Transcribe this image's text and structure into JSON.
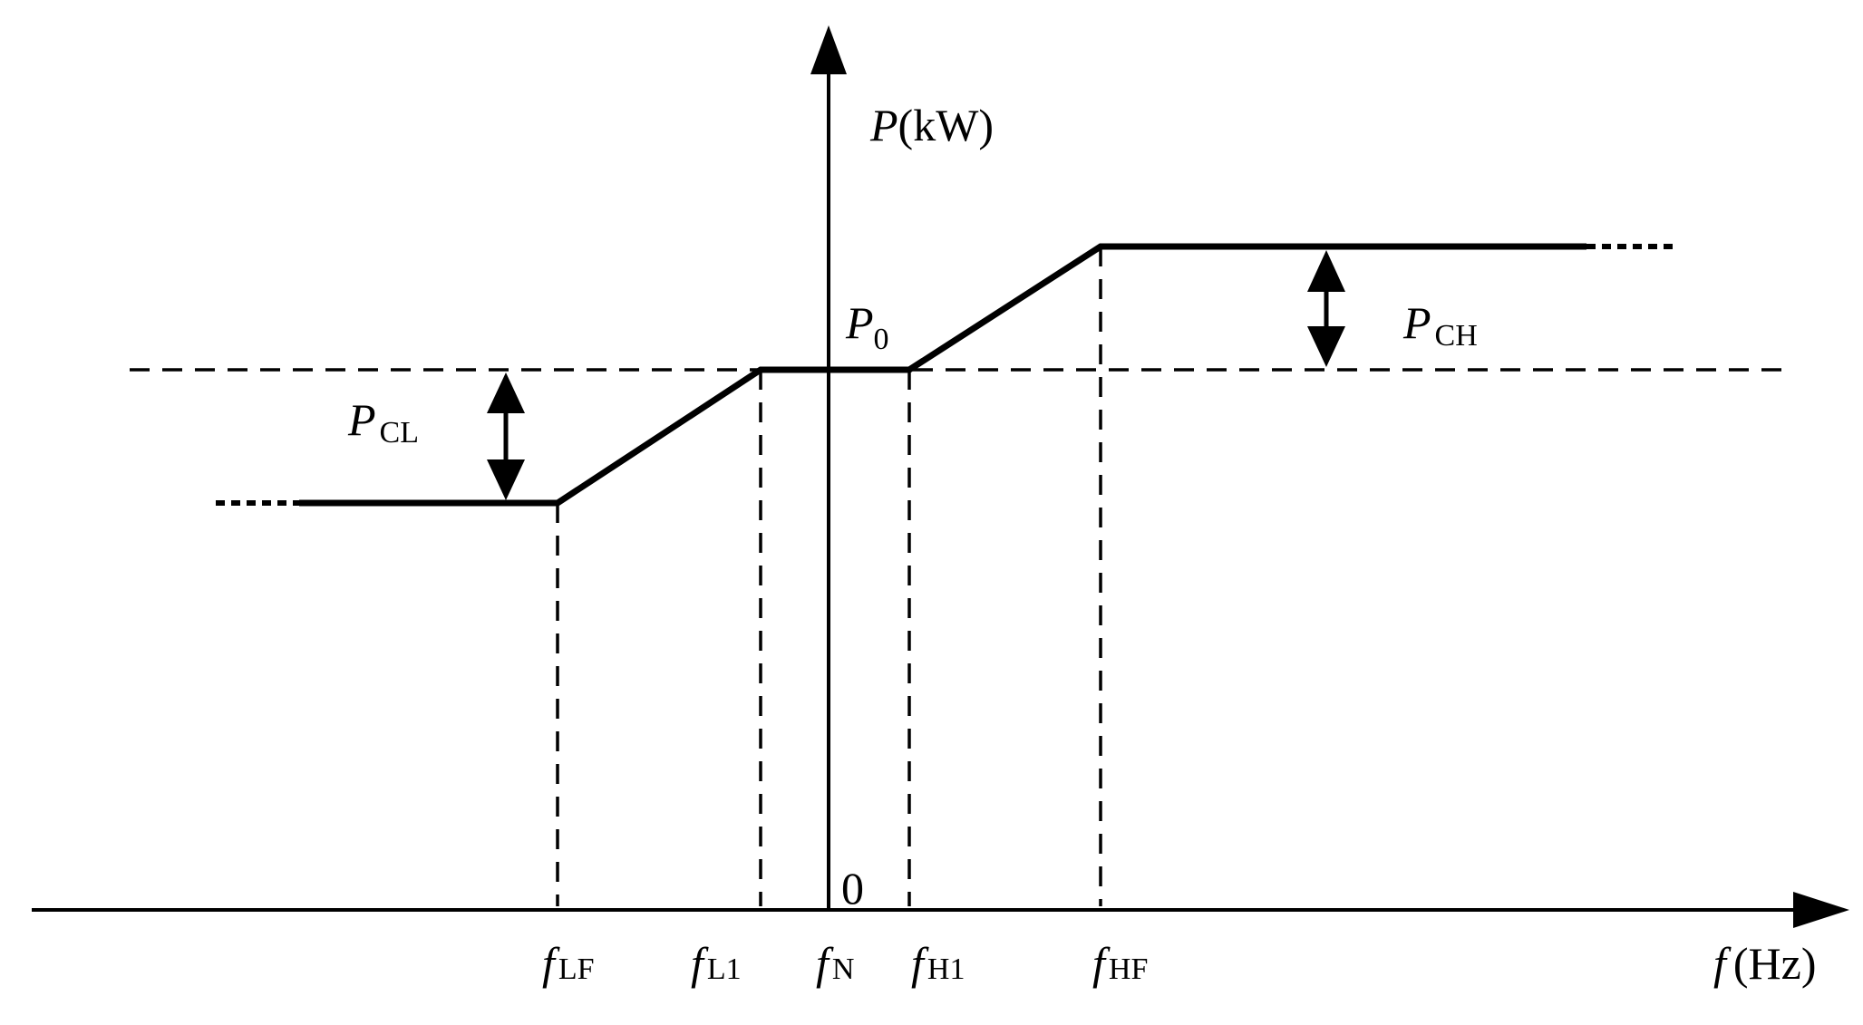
{
  "axes": {
    "y_label": "P",
    "y_unit": "(kW)",
    "x_label": "f",
    "x_unit": "(Hz)",
    "origin_label": "0"
  },
  "levels": {
    "p0": {
      "main": "P",
      "sub": "0"
    },
    "pcl": {
      "main": "P",
      "sub": "CL"
    },
    "pch": {
      "main": "P",
      "sub": "CH"
    }
  },
  "x_ticks": [
    {
      "main": "f",
      "sub": "LF"
    },
    {
      "main": "f",
      "sub": "L1"
    },
    {
      "main": "f",
      "sub": "N"
    },
    {
      "main": "f",
      "sub": "H1"
    },
    {
      "main": "f",
      "sub": "HF"
    }
  ]
}
